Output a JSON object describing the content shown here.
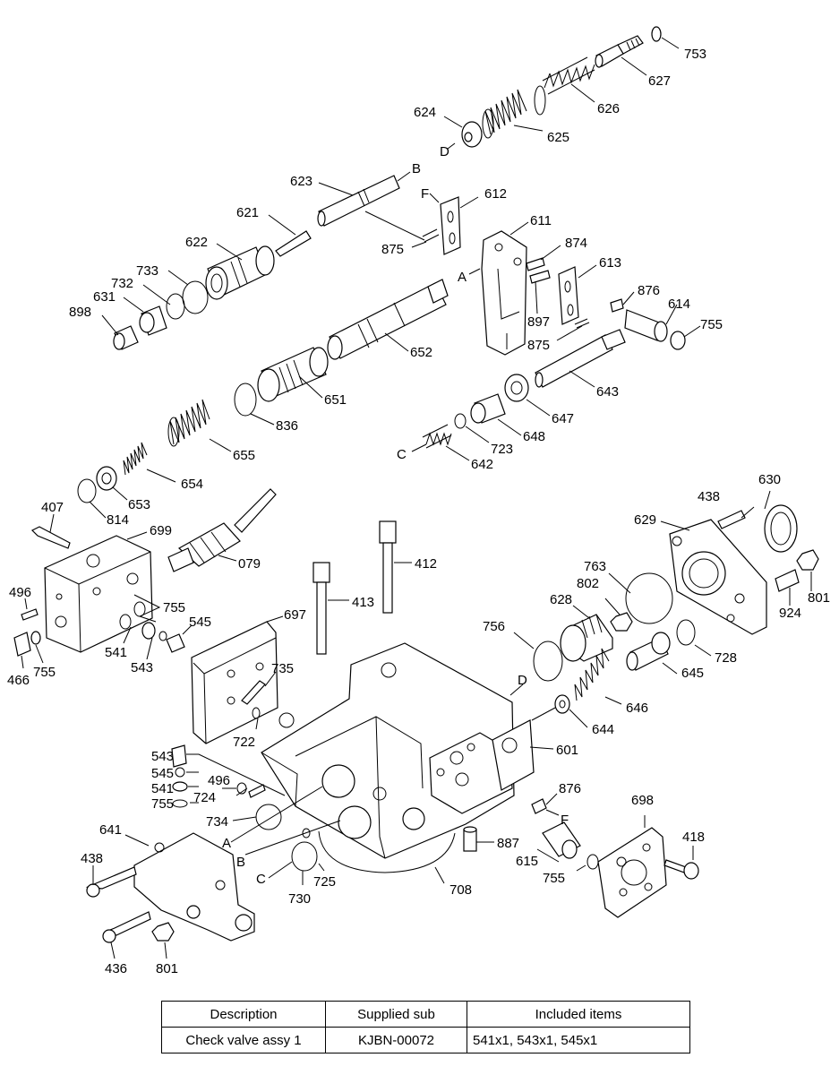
{
  "labels": {
    "l753": "753",
    "l627": "627",
    "l626": "626",
    "l624": "624",
    "l625": "625",
    "lD1": "D",
    "lB1": "B",
    "l623": "623",
    "lF1": "F",
    "l612": "612",
    "l621": "621",
    "l611": "611",
    "l874": "874",
    "l875a": "875",
    "lA1": "A",
    "l613": "613",
    "l622": "622",
    "l733": "733",
    "l732": "732",
    "l631": "631",
    "l898": "898",
    "l876a": "876",
    "l614": "614",
    "l897": "897",
    "l755a": "755",
    "l652": "652",
    "l875b": "875",
    "l643": "643",
    "l651": "651",
    "l836": "836",
    "l647": "647",
    "l648": "648",
    "l723": "723",
    "lC1": "C",
    "l642": "642",
    "l655": "655",
    "l654": "654",
    "l653": "653",
    "l814": "814",
    "l407": "407",
    "l699": "699",
    "l079": "079",
    "l496a": "496",
    "l755b": "755",
    "l545a": "545",
    "l541a": "541",
    "l543a": "543",
    "l466": "466",
    "l755c": "755",
    "l412": "412",
    "l413": "413",
    "l697": "697",
    "l735": "735",
    "l722": "722",
    "l438a": "438",
    "l630": "630",
    "l629": "629",
    "l763": "763",
    "l802": "802",
    "l628": "628",
    "l801a": "801",
    "l924": "924",
    "l756": "756",
    "l728": "728",
    "l645": "645",
    "lD2": "D",
    "l646": "646",
    "l644": "644",
    "l601": "601",
    "l543b": "543",
    "l545b": "545",
    "l496b": "496",
    "l541b": "541",
    "l724": "724",
    "l755d": "755",
    "l734": "734",
    "l876b": "876",
    "lF2": "F",
    "l641": "641",
    "lA2": "A",
    "lB2": "B",
    "l887": "887",
    "l698": "698",
    "l418": "418",
    "l438b": "438",
    "lC2": "C",
    "l730": "730",
    "l725": "725",
    "l708": "708",
    "l615": "615",
    "l755e": "755",
    "l436": "436",
    "l801b": "801"
  },
  "table": {
    "headers": [
      "Description",
      "Supplied sub",
      "Included items"
    ],
    "row": {
      "description": "Check valve assy 1",
      "supplied_sub": "KJBN-00072",
      "included_items": "541x1, 543x1, 545x1"
    }
  }
}
